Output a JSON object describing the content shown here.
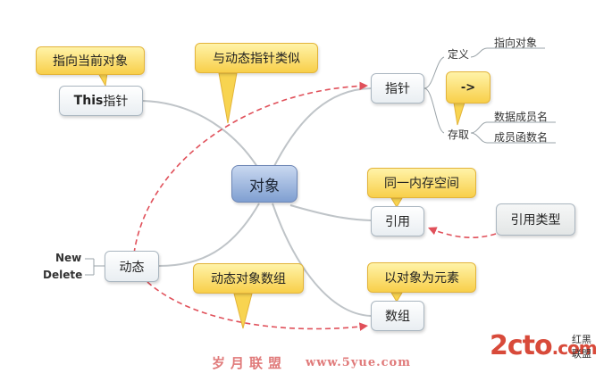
{
  "central": "对象",
  "nodes": {
    "this_pointer": {
      "prefix": "This",
      "suffix": "指针"
    },
    "pointer": "指针",
    "reference": "引用",
    "dynamic": "动态",
    "array": "数组",
    "ref_type": "引用类型"
  },
  "callouts": {
    "current_object": "指向当前对象",
    "like_dynamic_pointer": "与动态指针类似",
    "arrow_operator": "->",
    "same_memory": "同一内存空间",
    "dynamic_array": "动态对象数组",
    "object_element": "以对象为元素"
  },
  "pointer_branches": {
    "define": "定义",
    "access": "存取",
    "point_object": "指向对象",
    "data_member": "数据成员名",
    "func_member": "成员函数名"
  },
  "dynamic_ops": {
    "new": "New",
    "delete": "Delete"
  },
  "watermark": {
    "left": "岁月联盟",
    "right": "www.5yue.com"
  },
  "logo": {
    "main": "2cto",
    "suffix": ".com",
    "tag": "红黑联盟"
  }
}
